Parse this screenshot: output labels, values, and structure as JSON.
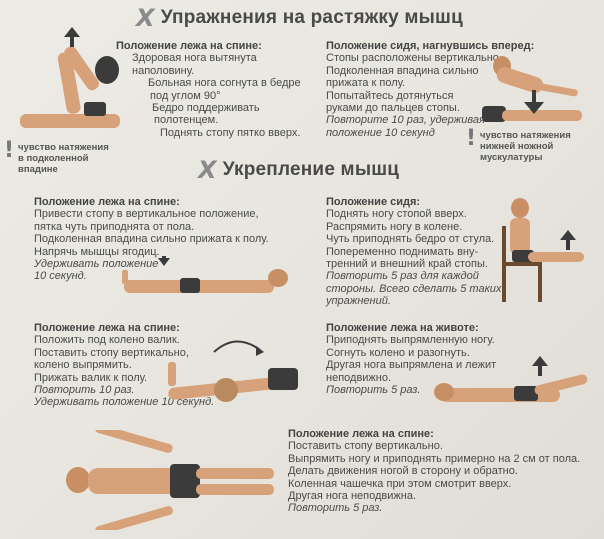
{
  "sections": {
    "stretch_title": "Упражнения на растяжку мышц",
    "strength_title": "Укрепление мышц",
    "x_glyph": "X"
  },
  "stretch1": {
    "head": "Положение лежа на спине:",
    "lines": [
      "Здоровая нога вытянута",
      "наполовину.",
      "Больная нога согнута в бедре",
      "под углом 90°",
      "Бедро поддерживать",
      "полотенцем.",
      "Поднять стопу пятко вверх."
    ],
    "warn_lines": [
      "чувство натяжения",
      "в подколенной",
      "впадине"
    ]
  },
  "stretch2": {
    "head": "Положение сидя, нагнувшись вперед:",
    "lines": [
      "Стопы расположены вертикально.",
      "Подколенная впадина сильно",
      "прижата к полу.",
      "Попытайтесь дотянуться",
      "руками до пальцев стопы."
    ],
    "italic_lines": [
      "Повторите 10 раз, удерживая",
      "положение 10 секунд"
    ],
    "warn_lines": [
      "чувство натяжения",
      "нижней ножной",
      "мускулатуры"
    ]
  },
  "strength1": {
    "head": "Положение лежа на спине:",
    "lines": [
      "Привести стопу в вертикальное положение,",
      "пятка чуть приподнята от пола.",
      "Подколенная впадина сильно прижата к полу.",
      "Напрячь мышцы ягодиц."
    ],
    "italic_lines": [
      "Удерживать положение",
      "10 секунд."
    ]
  },
  "strength2": {
    "head": "Положение сидя:",
    "lines": [
      "Поднять ногу стопой вверх.",
      "Распрямить ногу в колене.",
      "Чуть приподнять бедро от стула.",
      "Попеременно поднимать вну-",
      "тренний и внешний край стопы."
    ],
    "italic_lines": [
      "Повторить 5 раз для каждой",
      "стороны. Всего сделать 5 таких",
      "упражнений."
    ]
  },
  "strength3": {
    "head": "Положение лежа на спине:",
    "lines": [
      "Положить под колено валик.",
      "Поставить стопу вертикально,",
      "колено выпрямить.",
      "Прижать валик к полу."
    ],
    "italic_lines": [
      "Повторить 10 раз.",
      "Удерживать положение 10 секунд."
    ]
  },
  "strength4": {
    "head": "Положение лежа на животе:",
    "lines": [
      "Приподнять выпрямленную ногу.",
      "Согнуть колено и разогнуть.",
      "Другая нога выпрямлена и лежит",
      "неподвижно."
    ],
    "italic_lines": [
      "Повторить 5 раз."
    ]
  },
  "strength5": {
    "head": "Положение лежа на спине:",
    "lines": [
      "Поставить стопу вертикально.",
      "Выпрямить ногу и приподнять примерно на 2 см от пола.",
      "Делать движения ногой в сторону и обратно.",
      "Коленная чашечка при этом смотрит вверх.",
      "Другая нога неподвижна."
    ],
    "italic_lines": [
      "Повторить 5 раз."
    ]
  },
  "warn_glyph": "!",
  "colors": {
    "background": "#e9e7e0",
    "text": "#4a4a4a",
    "skin": "#d7a27a",
    "shorts": "#3b3b3b"
  }
}
